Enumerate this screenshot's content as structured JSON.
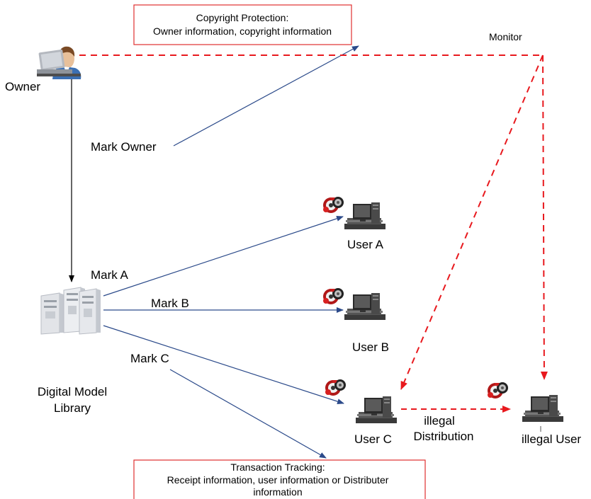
{
  "boxes": {
    "copyright_title": "Copyright Protection:",
    "copyright_body": "Owner information, copyright information",
    "tracking_title": "Transaction Tracking:",
    "tracking_line1": "Receipt information, user information or Distributer",
    "tracking_line2": "information"
  },
  "labels": {
    "owner": "Owner",
    "monitor": "Monitor",
    "mark_owner": "Mark Owner",
    "mark_a": "Mark A",
    "mark_b": "Mark B",
    "mark_c": "Mark C",
    "library_line1": "Digital Model",
    "library_line2": "Library",
    "user_a": "User A",
    "user_b": "User B",
    "user_c": "User C",
    "illegal_line1": "illegal",
    "illegal_line2": "Distribution",
    "illegal_user": "illegal User"
  },
  "colors": {
    "box_border": "#e03030",
    "mark_arrow": "#2b4a8a",
    "owner_arrow": "#000000",
    "monitor_arrow": "#e8191e"
  },
  "icons": {
    "owner": "person-at-laptop-icon",
    "library": "server-rack-icon",
    "user": "desktop-computer-icon",
    "media": "media-discs-icon"
  }
}
